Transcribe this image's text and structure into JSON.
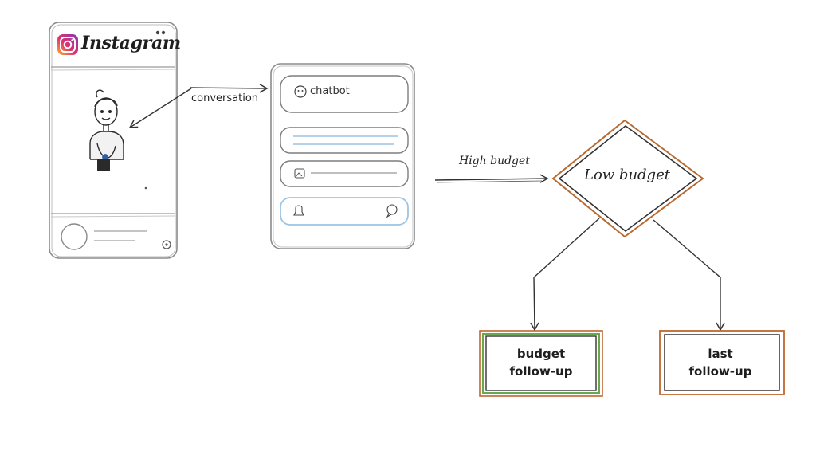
{
  "phone": {
    "app_name": "Instagram",
    "brand_icon": "instagram-logo-icon"
  },
  "edge_conversation": "conversation",
  "chat_window": {
    "title": "chatbot",
    "icons": [
      "chatbot-face-icon",
      "image-icon",
      "bell-icon",
      "chat-bubble-icon"
    ]
  },
  "edge_high_budget": "High budget",
  "decision": "Low budget",
  "outcomes": [
    {
      "label": "budget\nfollow-up",
      "color": "#6aa84f"
    },
    {
      "label": "last\nfollow-up",
      "color": "#c0672e"
    }
  ],
  "colors": {
    "ink": "#333333",
    "sketch_gray": "#9a9a9a",
    "decision_outline": "#b86a30",
    "input_blue": "#9cc4e4"
  }
}
